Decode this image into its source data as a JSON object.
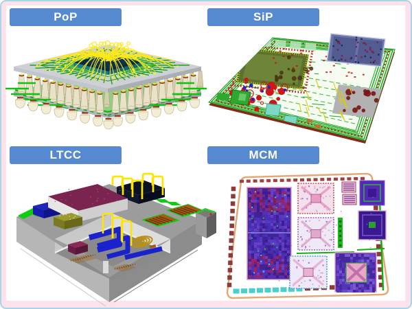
{
  "colors": {
    "frame_border": "#a9d4e6",
    "frame_fill": "#fde2ec",
    "label_bg": "#5689d0",
    "label_text": "#ffffff",
    "canvas": "#ffffff"
  },
  "panels": [
    {
      "id": "pop",
      "label": "PoP",
      "illustration": "package-on-package-3d-render"
    },
    {
      "id": "sip",
      "label": "SiP",
      "illustration": "system-in-package-board-3d-render"
    },
    {
      "id": "ltcc",
      "label": "LTCC",
      "illustration": "ltcc-ceramic-module-3d-render"
    },
    {
      "id": "mcm",
      "label": "MCM",
      "illustration": "multi-chip-module-layout-render"
    }
  ]
}
